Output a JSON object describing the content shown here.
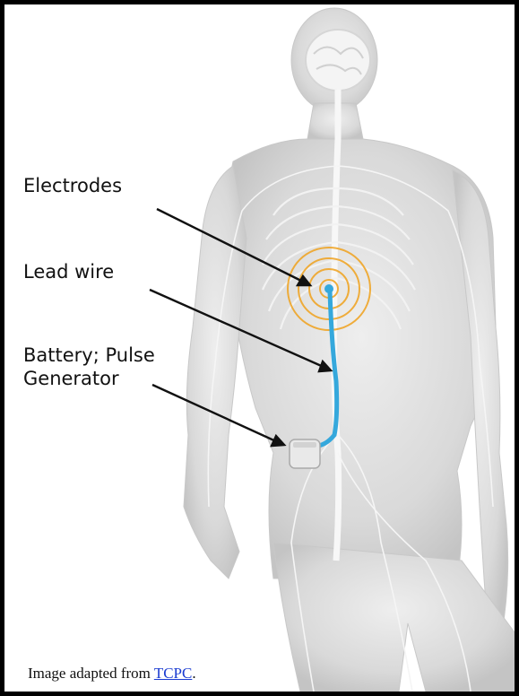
{
  "labels": {
    "electrodes": "Electrodes",
    "lead_wire": "Lead wire",
    "battery_line1": "Battery; Pulse",
    "battery_line2": "Generator"
  },
  "caption": {
    "prefix": "Image adapted from ",
    "link_text": "TCPC",
    "suffix": "."
  },
  "colors": {
    "lead": "#35a8dc",
    "pulse_rings": "#f0a21d",
    "border": "#000000",
    "link": "#1a3bd1"
  }
}
